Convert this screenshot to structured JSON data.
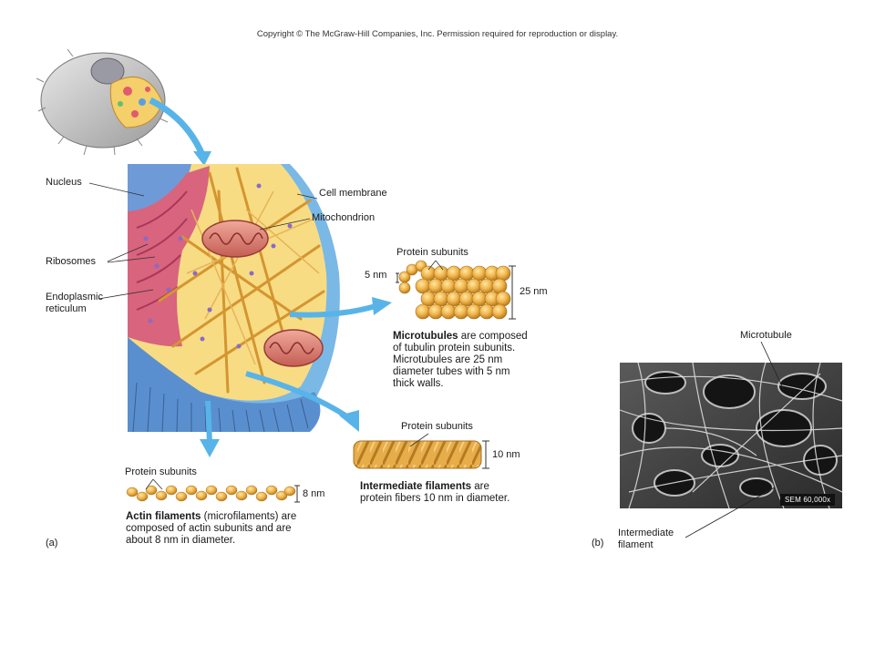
{
  "copyright": "Copyright © The McGraw-Hill Companies, Inc. Permission required for reproduction or display.",
  "labels": {
    "nucleus": "Nucleus",
    "cell_membrane": "Cell membrane",
    "mitochondrion": "Mitochondrion",
    "ribosomes": "Ribosomes",
    "er_line1": "Endoplasmic",
    "er_line2": "reticulum",
    "protein_subunits_mt": "Protein subunits",
    "mt_wall": "5 nm",
    "mt_diam": "25 nm",
    "protein_subunits_if": "Protein subunits",
    "if_diam": "10 nm",
    "protein_subunits_af": "Protein subunits",
    "af_diam": "8 nm",
    "microtubule": "Microtubule",
    "intermediate_line1": "Intermediate",
    "intermediate_line2": "filament",
    "panel_a": "(a)",
    "panel_b": "(b)",
    "sem": "SEM 60,000x"
  },
  "captions": {
    "microtubules": {
      "term": "Microtubules",
      "lines": [
        " are composed",
        "of tubulin protein subunits.",
        "Microtubules are 25 nm",
        "diameter tubes with 5 nm",
        "thick walls."
      ]
    },
    "intermediate": {
      "term": "Intermediate filaments",
      "lines": [
        " are",
        "protein fibers 10 nm in diameter."
      ]
    },
    "actin": {
      "term": "Actin filaments",
      "lines": [
        " (microfilaments) are",
        "composed of actin subunits and are",
        "about 8 nm in diameter."
      ]
    }
  },
  "colors": {
    "arrow": "#58b4e8",
    "filament": "#e0a540",
    "cytoplasm": "#f8dc84",
    "membrane": "#7ab8e6",
    "er": "#d8647e",
    "nucleus": "#6f9ad8"
  }
}
